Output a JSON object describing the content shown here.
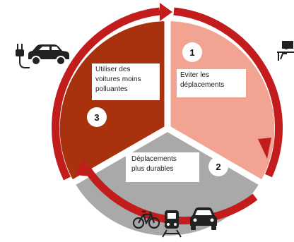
{
  "colors": {
    "ring": "#c21c1c",
    "segment_1": "#f2a391",
    "segment_2": "#a9a9a9",
    "segment_3": "#a8320e",
    "icon": "#222222"
  },
  "segments": [
    {
      "number": "1",
      "lines": [
        "Eviter les",
        "déplacements"
      ]
    },
    {
      "number": "2",
      "lines": [
        "Déplacements",
        "plus durables"
      ]
    },
    {
      "number": "3",
      "lines": [
        "Utiliser des",
        "voitures moins",
        "polluantes"
      ]
    }
  ],
  "icons": {
    "left": [
      "electric-plug-icon",
      "car-icon"
    ],
    "right": [
      "person-at-desk-icon"
    ],
    "bottom": [
      "bicycle-icon",
      "train-icon",
      "car-front-icon"
    ]
  }
}
